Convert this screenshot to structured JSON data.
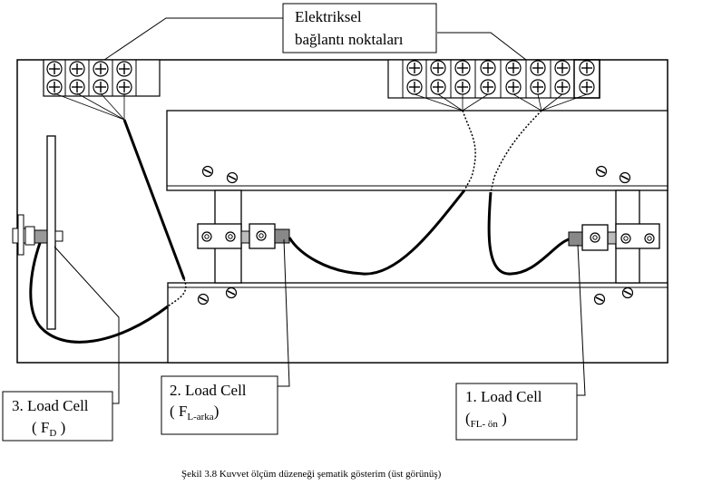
{
  "labels": {
    "elektriksel_line1": "Elektriksel",
    "elektriksel_line2": "bağlantı noktaları",
    "lc3_title": "3. Load Cell",
    "lc3_open": "( F",
    "lc3_sub": "D",
    "lc3_close": " )",
    "lc2_title": "2. Load Cell",
    "lc2_open": "( F",
    "lc2_sub": "L-arka",
    "lc2_close": ")",
    "lc1_title": "1. Load Cell",
    "lc1_open": "(",
    "lc1_sub": "FL- ön",
    "lc1_close": " )"
  },
  "caption": "Şekil 3.8 Kuvvet ölçüm düzeneği şematik gösterim (üst görünüş)",
  "colors": {
    "line": "#000000",
    "background": "#ffffff"
  }
}
